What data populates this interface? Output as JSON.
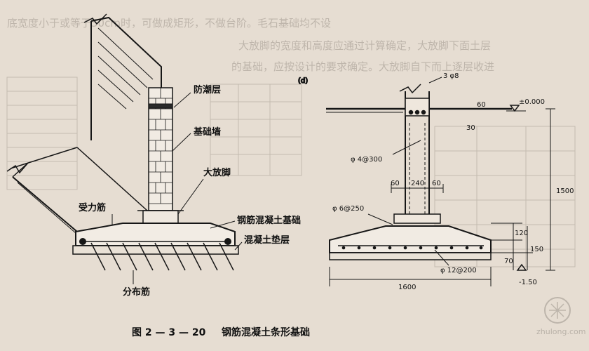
{
  "background_text": [
    "底宽度小于或等于50cm时，可做成矩形，不做台阶。毛石基础均不设",
    "大放脚的宽度和高度应通过计算确定，大放脚下面土层",
    "的基础，应按设计的要求确定。大放脚自下而上逐层收进"
  ],
  "left_labels": {
    "damp_course": "防潮层",
    "foundation_wall": "基础墙",
    "footing": "大放脚",
    "main_rebar": "受力筋",
    "rc_foundation": "钢筋混凝土基础",
    "bedding": "混凝土垫层",
    "distribution_rebar": "分布筋"
  },
  "right_annotations": {
    "top_rebar": "3 φ8",
    "elevation_top": "±0.000",
    "dim_60_top": "60",
    "dim_30": "30",
    "stirrup": "φ 4@300",
    "dim_60_left": "60",
    "dim_240": "240",
    "dim_60_right": "60",
    "distribution": "φ 6@250",
    "dim_1500": "1500",
    "dim_120": "120",
    "dim_150": "150",
    "dim_70": "70",
    "main_bar": "φ 12@200",
    "dim_1600": "1600",
    "elevation_bottom": "-1.50",
    "sub_label": "(d)"
  },
  "caption": {
    "number": "图 2 — 3 — 20",
    "title": "钢筋混凝土条形基础"
  },
  "watermark": "zhulong.com",
  "colors": {
    "paper": "#e6ddd2",
    "ink": "#161616",
    "faint": "#9e968c"
  }
}
